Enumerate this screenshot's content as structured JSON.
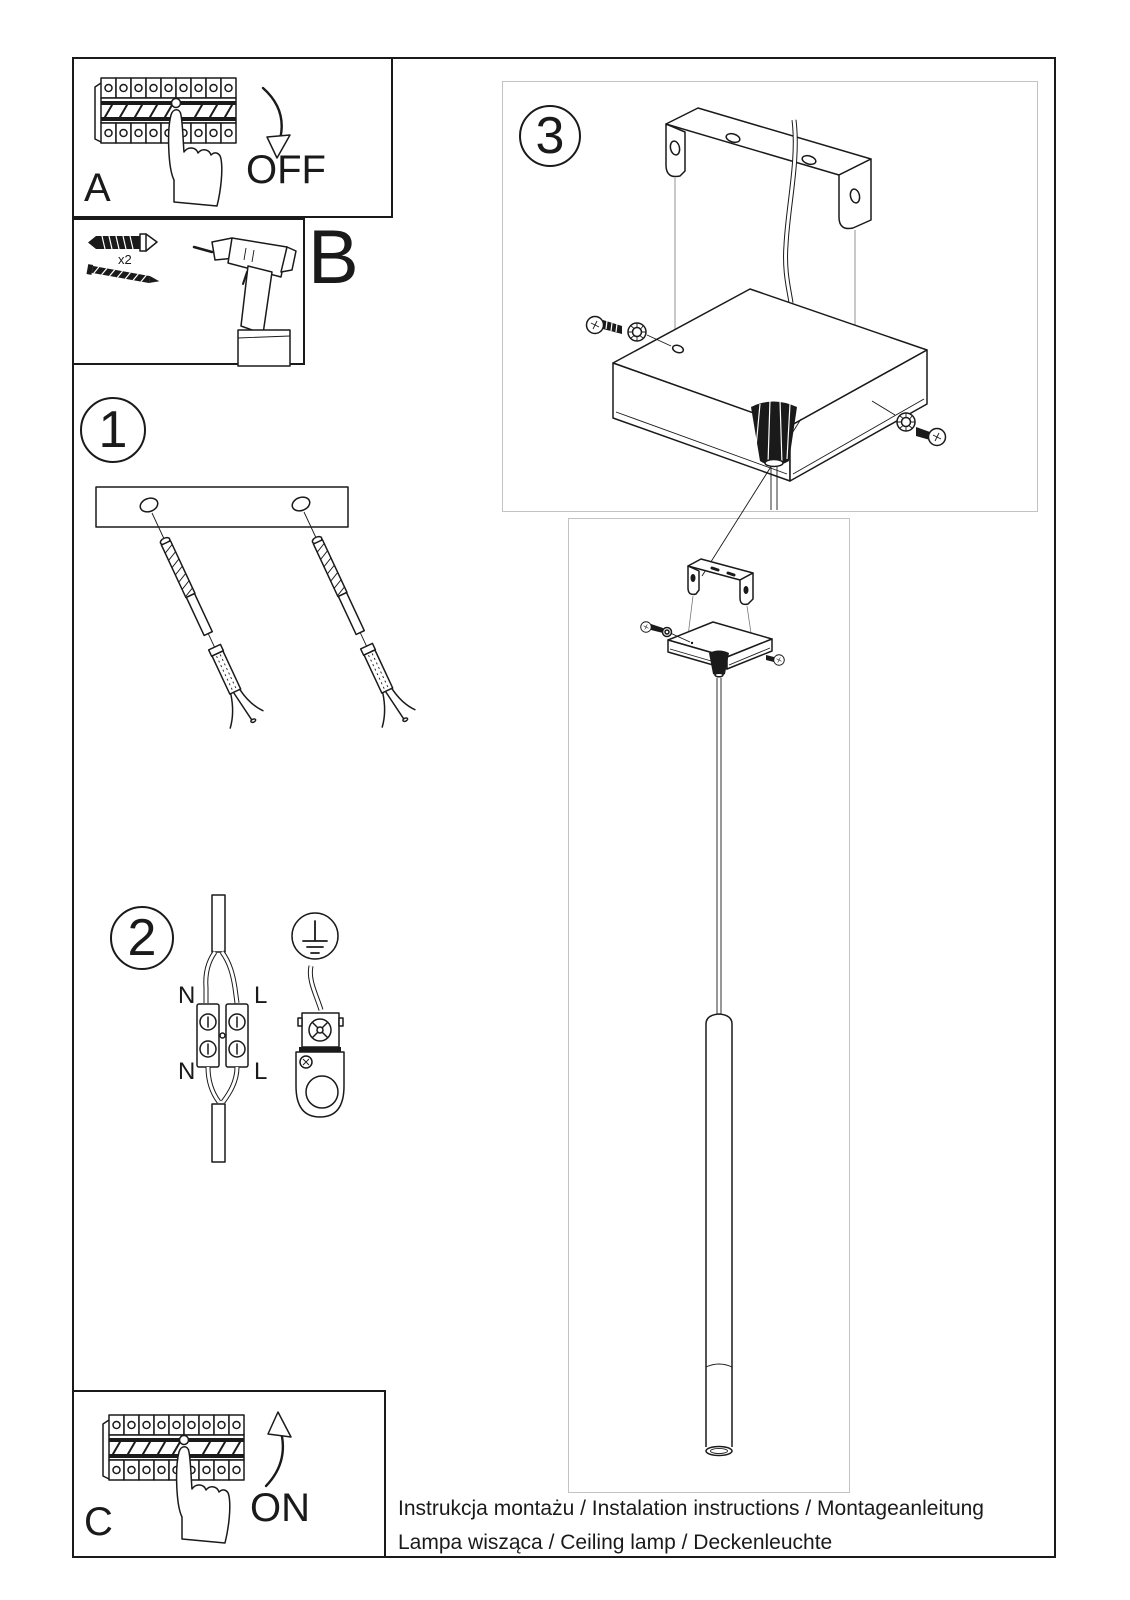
{
  "document_type": "installation instruction sheet",
  "colors": {
    "background": "#ffffff",
    "ink": "#1a1a1a",
    "panel_border": "#1a1a1a",
    "detail_panel_border": "#c3c3c3"
  },
  "panels": {
    "a": {
      "label": "A",
      "action": "OFF"
    },
    "b": {
      "label": "B",
      "quantity": "x2"
    },
    "c": {
      "label": "C",
      "action": "ON"
    }
  },
  "steps": {
    "step1": {
      "number": "1"
    },
    "step2": {
      "number": "2",
      "wire_labels": {
        "neutral": "N",
        "live": "L"
      }
    },
    "step3": {
      "number": "3"
    }
  },
  "illustrations": {
    "panel_a": "circuit-breaker-switched-off-by-hand",
    "panel_b": "wall-plug-x2-screw-and-drill",
    "step1": "ceiling-plate-with-two-expansion-anchors",
    "step2": "terminal-block-N-L-wiring-and-earth-clamp",
    "step3": "ceiling-bracket-canopy-exploded-with-screws-washers-grommet",
    "pendant": "assembled-canopy-with-hanging-tube-lamp",
    "panel_c": "circuit-breaker-switched-on-by-hand"
  },
  "footer": {
    "line1": "Instrukcja montażu / Instalation instructions / Montageanleitung",
    "line2": "Lampa wisząca / Ceiling lamp / Deckenleuchte"
  }
}
